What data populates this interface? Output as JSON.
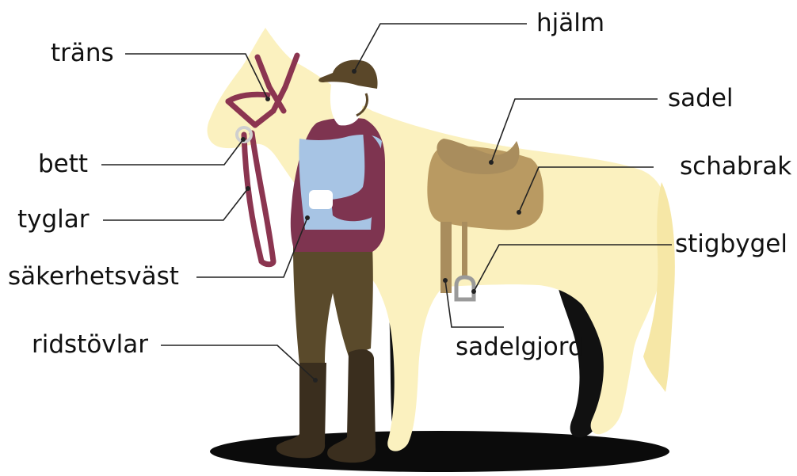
{
  "labels": {
    "trans": "träns",
    "bett": "bett",
    "tyglar": "tyglar",
    "sakerhetsvast": "säkerhetsväst",
    "ridstovlar": "ridstövlar",
    "hjalm": "hjälm",
    "sadel": "sadel",
    "schabrak": "schabrak",
    "stigbygel": "stigbygel",
    "sadelgjord": "sadelgjord"
  },
  "colors": {
    "horse": "#fbf1bf",
    "horse_shade": "#f6e7a6",
    "horse_legs_dark": "#111111",
    "shadow": "#0b0b0b",
    "bridle": "#8b3550",
    "helmet": "#5a4729",
    "vest": "#a7c4e4",
    "jacket": "#7e3450",
    "breeches": "#5a4a2b",
    "boots": "#3a2e1e",
    "saddle": "#a98d5d",
    "saddle_pad": "#b99a62",
    "stirrup": "#9a9a9a",
    "skin": "#ffffff",
    "leader_line": "#222222"
  }
}
